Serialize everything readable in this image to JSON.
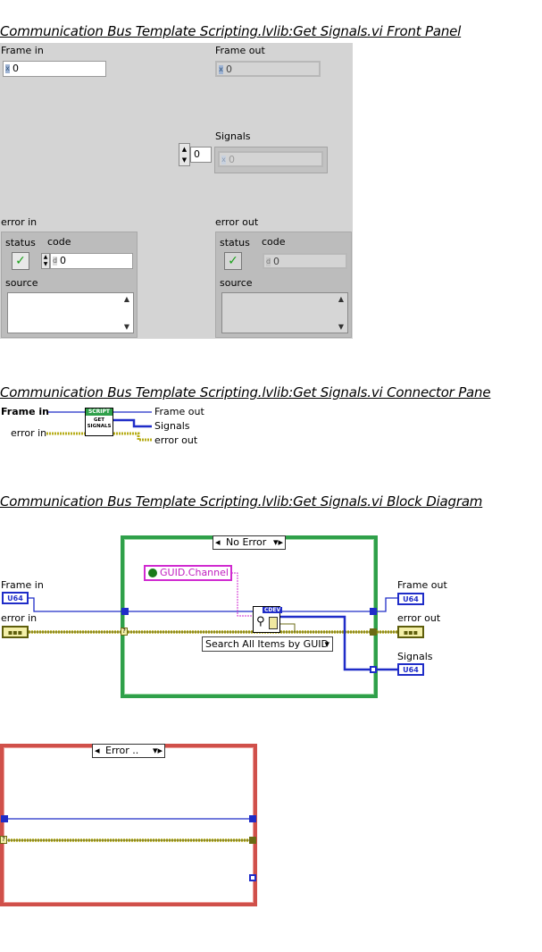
{
  "front_panel": {
    "title": "Communication Bus Template Scripting.lvlib:Get Signals.vi Front Panel",
    "frame_in": {
      "label": "Frame in",
      "value": "0",
      "radix": "x"
    },
    "frame_out": {
      "label": "Frame out",
      "value": "0",
      "radix": "x"
    },
    "signals": {
      "label": "Signals",
      "index": "0",
      "value": "0",
      "radix": "x"
    },
    "error_in": {
      "label": "error in",
      "status_label": "status",
      "code_label": "code",
      "code_value": "0",
      "code_radix": "d",
      "source_label": "source",
      "source_value": ""
    },
    "error_out": {
      "label": "error out",
      "status_label": "status",
      "code_label": "code",
      "code_value": "0",
      "code_radix": "d",
      "source_label": "source",
      "source_value": ""
    }
  },
  "connector_pane": {
    "title": "Communication Bus Template Scripting.lvlib:Get Signals.vi Connector Pane",
    "inputs": [
      "Frame in",
      "error in"
    ],
    "outputs": [
      "Frame out",
      "Signals",
      "error out"
    ],
    "icon_top": "SCRIPT",
    "icon_lines": [
      "GET",
      "SIGNALS"
    ]
  },
  "block_diagram": {
    "title": "Communication Bus Template Scripting.lvlib:Get Signals.vi Block Diagram",
    "case_no_error": "No Error",
    "case_error": "Error ..",
    "guid_constant": "GUID.Channel",
    "search_mode": "Search All Items by GUID",
    "node_badge": "CDEV",
    "terminals": {
      "frame_in": "Frame in",
      "error_in": "error in",
      "frame_out": "Frame out",
      "error_out": "error out",
      "signals": "Signals"
    },
    "terminal_type": "U64"
  },
  "colors": {
    "wire_blue": "#1f2cc8",
    "wire_error": "#b7ad1a",
    "case_green": "#2fa04a",
    "case_red": "#d0504a",
    "constant_pink": "#d02ad0"
  }
}
